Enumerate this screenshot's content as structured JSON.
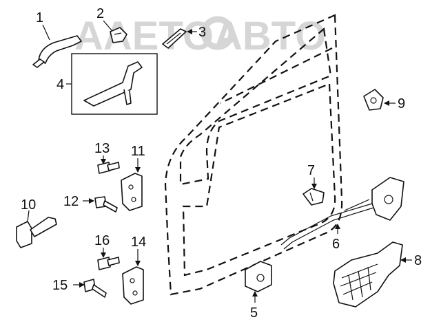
{
  "watermark": "AAETOABTO",
  "callouts": {
    "c1": "1",
    "c2": "2",
    "c3": "3",
    "c4": "4",
    "c5": "5",
    "c6": "6",
    "c7": "7",
    "c8": "8",
    "c9": "9",
    "c10": "10",
    "c11": "11",
    "c12": "12",
    "c13": "13",
    "c14": "14",
    "c15": "15",
    "c16": "16"
  }
}
